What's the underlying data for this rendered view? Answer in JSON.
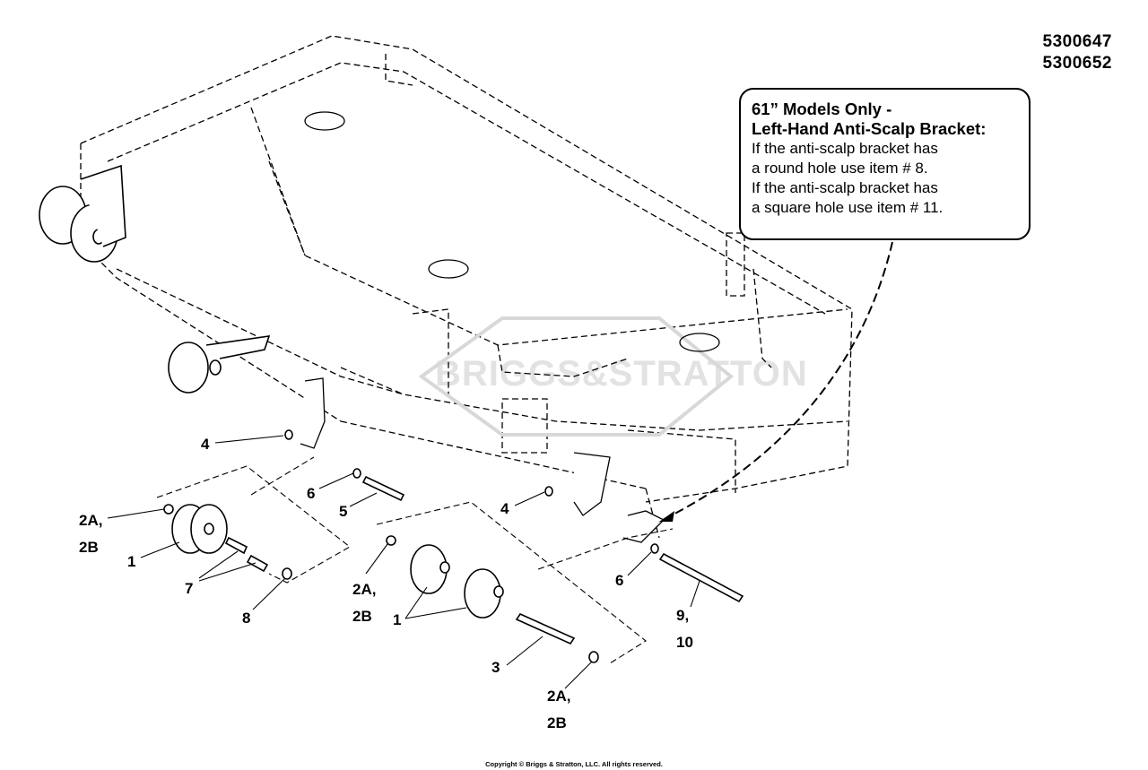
{
  "part_numbers": [
    "5300647",
    "5300652"
  ],
  "callout": {
    "heading_line1": "61” Models Only -",
    "heading_line2": "Left-Hand Anti-Scalp Bracket:",
    "lines": [
      "If the anti-scalp bracket has",
      "a round hole use item # 8.",
      "If the anti-scalp bracket has",
      "a square hole use item # 11."
    ]
  },
  "watermark": "BRIGGS&STRATTON",
  "copyright": "Copyright © Briggs & Stratton, LLC. All rights reserved.",
  "labels": {
    "l4a": "4",
    "l6a": "6",
    "l5": "5",
    "l2a1": "2A,",
    "l2a1b": "2B",
    "l1a": "1",
    "l7": "7",
    "l8": "8",
    "l4b": "4",
    "l2a2": "2A,",
    "l2a2b": "2B",
    "l1b": "1",
    "l3": "3",
    "l2a3": "2A,",
    "l2a3b": "2B",
    "l6b": "6",
    "l9": "9,",
    "l10": "10"
  }
}
